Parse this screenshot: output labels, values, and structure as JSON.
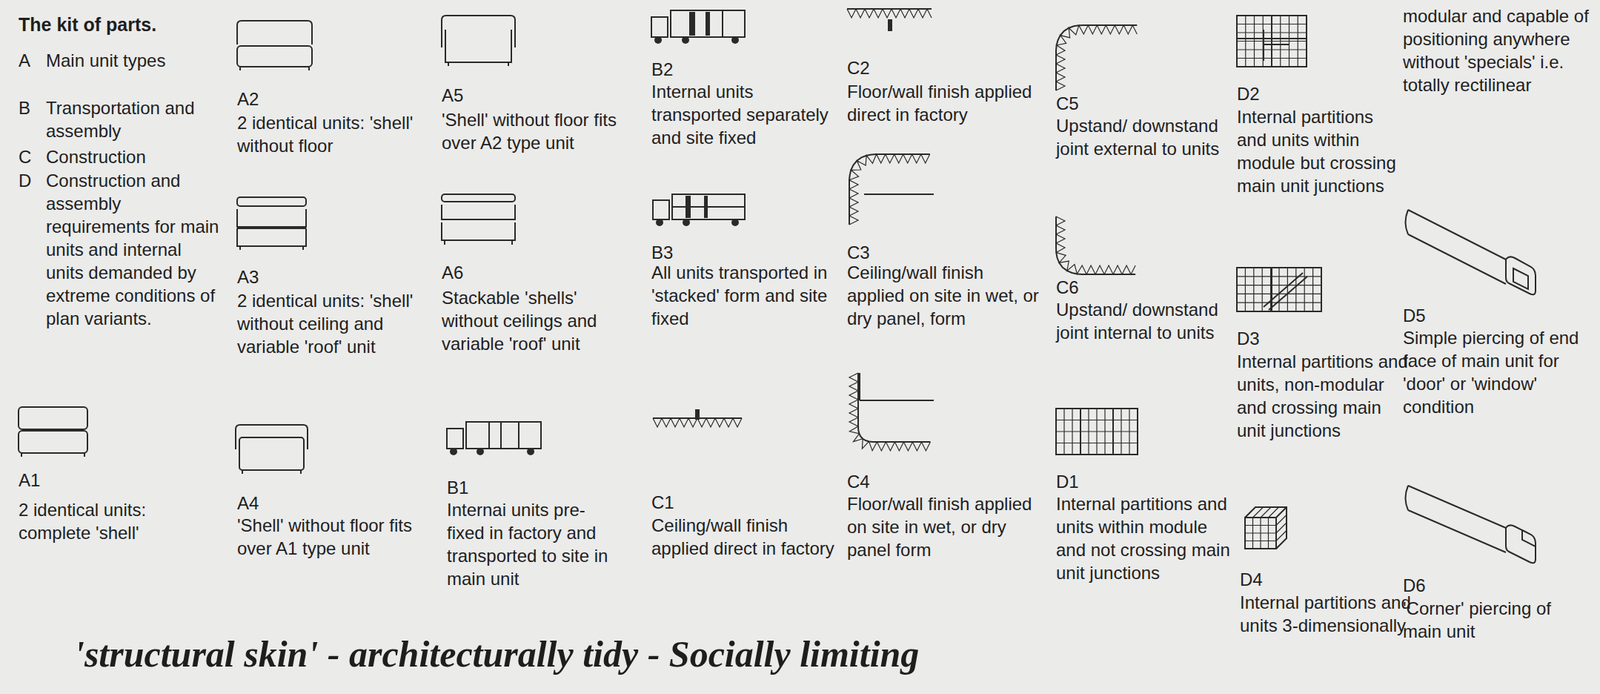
{
  "diagram": {
    "title": "The kit of parts.",
    "caption": "'structural skin' - architecturally tidy - Socially limiting",
    "labels": [
      "A",
      "Main unit types",
      "B",
      "Transportation and assembly",
      "C",
      "Construction",
      "D",
      "Construction and assembly requirements for main units and internal units demanded by extreme conditions of plan variants.",
      "A1",
      "2 identical units: complete 'shell'",
      "A2",
      "2 identical units: 'shell' without floor",
      "A3",
      "2 identical units: 'shell' without ceiling and variable 'roof' unit",
      "A4",
      "'Shell' without floor fits over A1 type unit",
      "A5",
      "'Shell' without floor fits over A2 type unit",
      "A6",
      "Stackable 'shells' without ceilings and variable 'roof' unit",
      "B1",
      "Internai units pre-fixed in factory and transported to site in main unit",
      "B2",
      "Internal units transported separately and site fixed",
      "B3",
      "All units transported in 'stacked' form and site fixed",
      "C1",
      "Ceiling/wall finish applied direct in factory",
      "C2",
      "Floor/wall finish applied direct in factory",
      "C3",
      "Ceiling/wall finish applied on site in wet, or dry panel, form",
      "C4",
      "Floor/wall finish applied on site in wet, or dry panel form",
      "C5",
      "Upstand/ downstand joint external to units",
      "C6",
      "Upstand/ downstand joint internal to units",
      "D1",
      "Internal partitions and units within module and not crossing main unit junctions",
      "D2",
      "Internal partitions and units within module but crossing main unit junctions",
      "D3",
      "Internal partitions and units, non-modular and crossing main unit junctions",
      "D4",
      "Internal partitions and units 3-dimensionally",
      "modular and capable of positioning anywhere without 'specials' i.e. totally rectilinear",
      "D5",
      "Simple piercing of end face of main unit for 'door' or 'window' condition",
      "D6",
      "'Corner' piercing of main unit"
    ]
  }
}
